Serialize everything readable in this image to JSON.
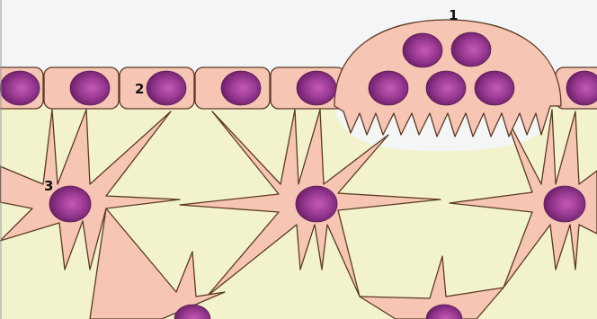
{
  "labels": {
    "one": "1",
    "two": "2",
    "three": "3"
  },
  "colors": {
    "background": "#f3f5f7",
    "matrix": "#f2f3cd",
    "cell_fill": "#f6c5b4",
    "cell_outline": "#5b3a22",
    "nucleus_dark": "#7d2478",
    "nucleus_light": "#c45ab6",
    "lacuna": "#f4f6f6"
  }
}
